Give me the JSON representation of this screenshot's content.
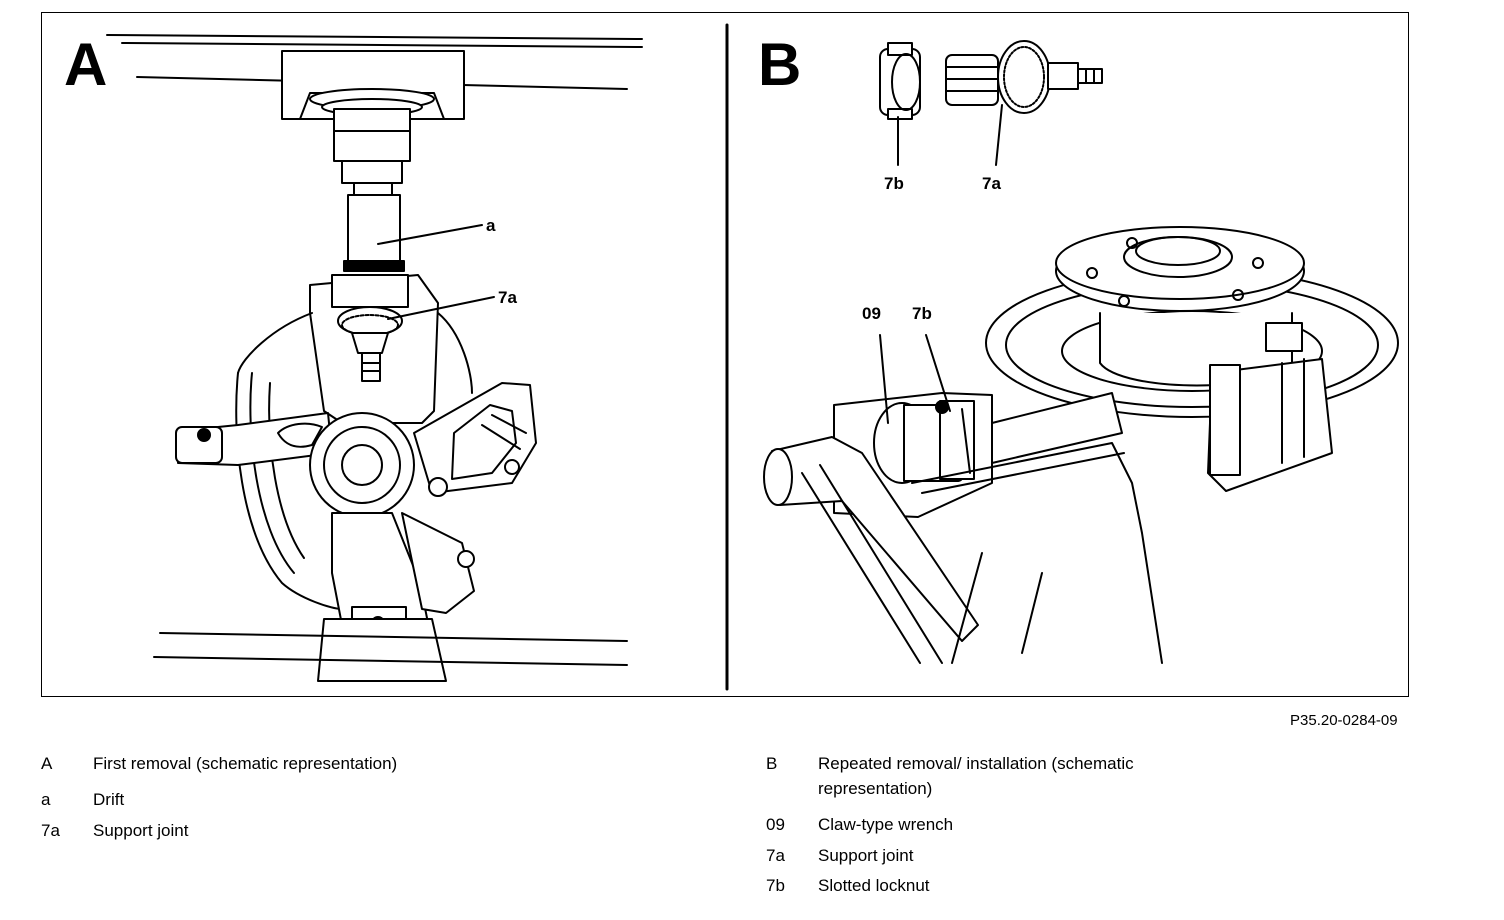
{
  "figure": {
    "reference": "P35.20-0284-09",
    "panel_a": {
      "letter": "A",
      "callouts": {
        "drift": "a",
        "support_joint": "7a"
      }
    },
    "panel_b": {
      "letter": "B",
      "callouts": {
        "nut_top": "7b",
        "joint_top": "7a",
        "wrench": "09",
        "nut_bottom": "7b"
      }
    }
  },
  "legend": {
    "left": [
      {
        "key": "A",
        "text": "First removal (schematic representation)"
      },
      {
        "key": "a",
        "text": "Drift"
      },
      {
        "key": "7a",
        "text": "Support joint"
      }
    ],
    "right": [
      {
        "key": "B",
        "text_line1": "Repeated removal/ installation (schematic",
        "text_line2": "representation)"
      },
      {
        "key": "09",
        "text": "Claw-type wrench"
      },
      {
        "key": "7a",
        "text": "Support joint"
      },
      {
        "key": "7b",
        "text": "Slotted locknut"
      }
    ]
  }
}
